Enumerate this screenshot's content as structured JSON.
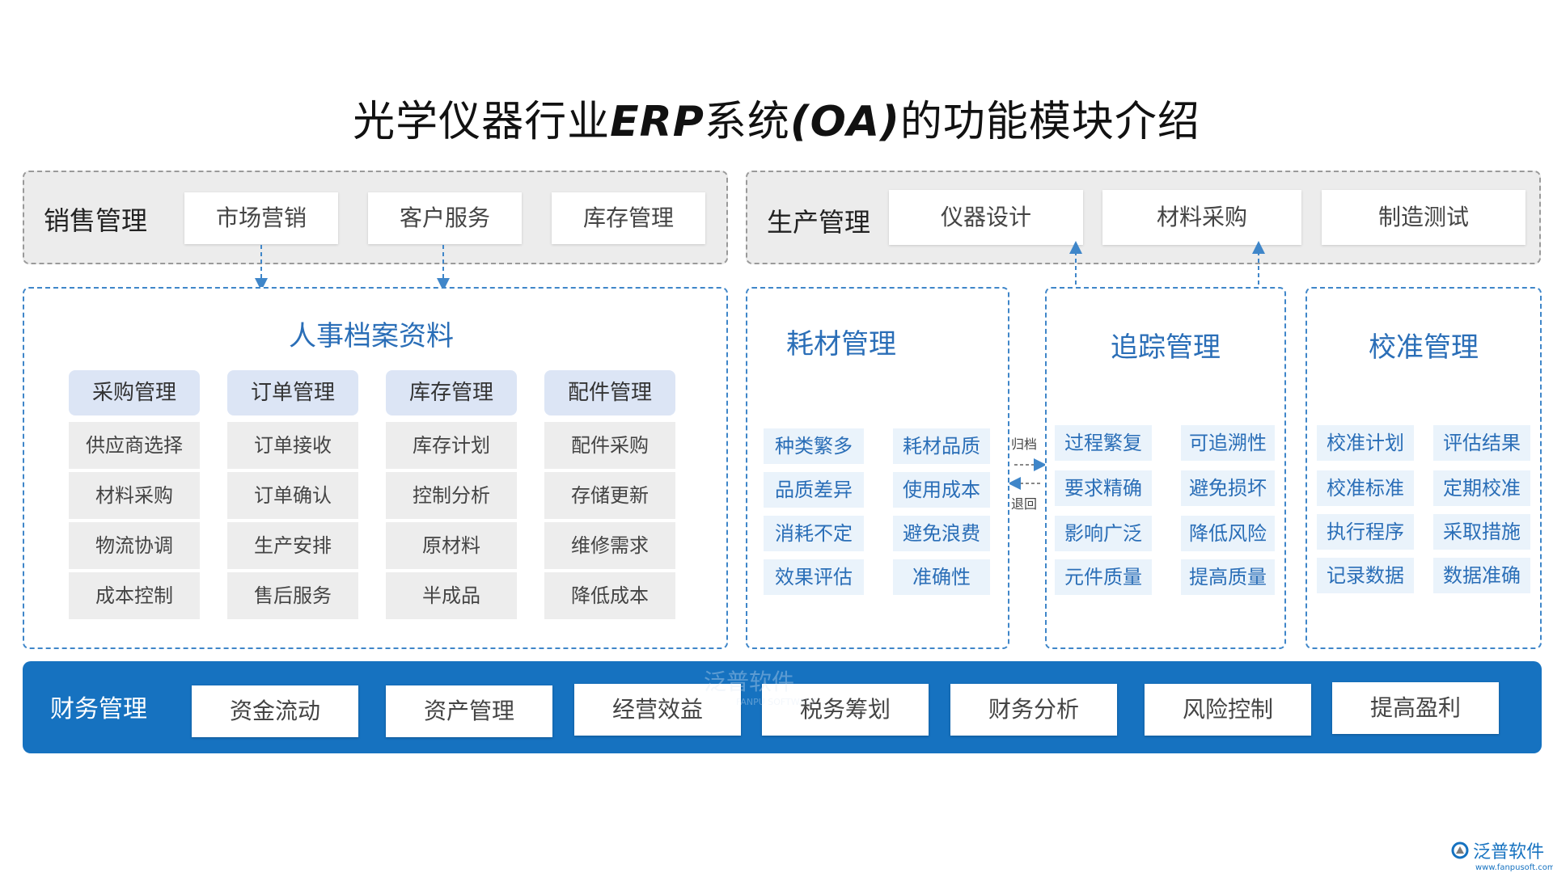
{
  "title": {
    "pre": "光学仪器行业",
    "latin": "ERP",
    "mid": "系统",
    "latin2": "(OA)",
    "post": "的功能模块介绍"
  },
  "sales": {
    "label": "销售管理",
    "tabs": [
      "市场营销",
      "客户服务",
      "库存管理"
    ]
  },
  "production": {
    "label": "生产管理",
    "tabs": [
      "仪器设计",
      "材料采购",
      "制造测试"
    ]
  },
  "hr": {
    "title": "人事档案资料",
    "columns": [
      {
        "head": "采购管理",
        "items": [
          "供应商选择",
          "材料采购",
          "物流协调",
          "成本控制"
        ]
      },
      {
        "head": "订单管理",
        "items": [
          "订单接收",
          "订单确认",
          "生产安排",
          "售后服务"
        ]
      },
      {
        "head": "库存管理",
        "items": [
          "库存计划",
          "控制分析",
          "原材料",
          "半成品"
        ]
      },
      {
        "head": "配件管理",
        "items": [
          "配件采购",
          "存储更新",
          "维修需求",
          "降低成本"
        ]
      }
    ]
  },
  "consumables": {
    "title": "耗材管理",
    "items": [
      "种类繁多",
      "耗材品质",
      "品质差异",
      "使用成本",
      "消耗不定",
      "避免浪费",
      "效果评估",
      "准确性"
    ]
  },
  "tracking": {
    "title": "追踪管理",
    "items": [
      "过程繁复",
      "可追溯性",
      "要求精确",
      "避免损坏",
      "影响广泛",
      "降低风险",
      "元件质量",
      "提高质量"
    ]
  },
  "calibration": {
    "title": "校准管理",
    "items": [
      "校准计划",
      "评估结果",
      "校准标准",
      "定期校准",
      "执行程序",
      "采取措施",
      "记录数据",
      "数据准确"
    ]
  },
  "flow_labels": {
    "archive": "归档",
    "return": "退回"
  },
  "finance": {
    "label": "财务管理",
    "items": [
      "资金流动",
      "资产管理",
      "经营效益",
      "税务筹划",
      "财务分析",
      "风险控制",
      "提高盈利"
    ]
  },
  "watermark": {
    "name": "泛普软件",
    "sub": "FANPU SOFTWARE"
  },
  "footer": {
    "name": "泛普软件",
    "url": "www.fanpusoft.com"
  },
  "colors": {
    "accent": "#1672c0",
    "title_blue": "#2a6eb7",
    "head_bg": "#dce5f5"
  }
}
